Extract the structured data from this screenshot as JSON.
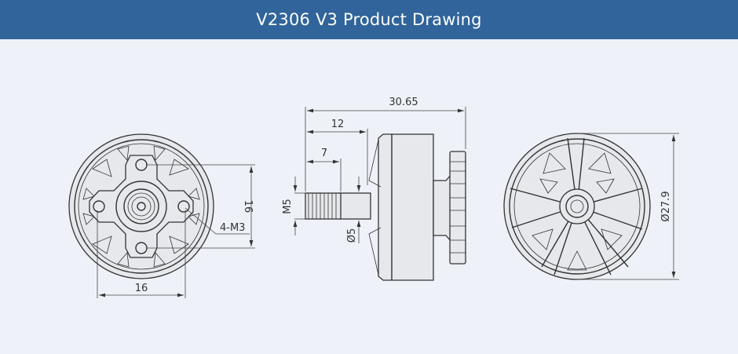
{
  "header": {
    "title": "V2306 V3 Product Drawing"
  },
  "dimensions": {
    "overall_length": "30.65",
    "shaft_length": "12",
    "thread_length": "7",
    "thread_size": "M5",
    "shaft_diameter": "Ø5",
    "mount_spacing_vertical": "16",
    "mount_spacing_horizontal": "16",
    "mount_holes": "4-M3",
    "bell_diameter": "Ø27.9"
  },
  "colors": {
    "header": "#30649a",
    "background": "#eef2f8",
    "line": "#333333"
  }
}
